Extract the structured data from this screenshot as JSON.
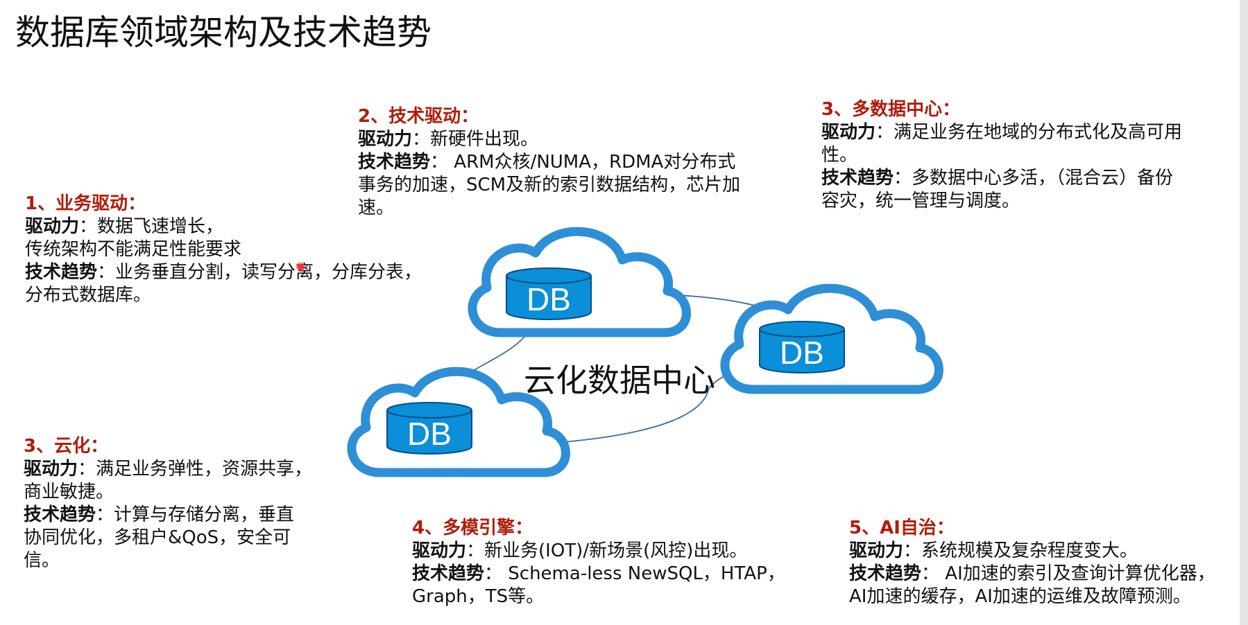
{
  "title": "数据库领域架构及技术趋势",
  "colors": {
    "heading": "#b01c0a",
    "cloud_stroke": "#2e8fd6",
    "db_fill": "#0a8fd8",
    "line": "#3a6fa8"
  },
  "blocks": {
    "business": {
      "heading": "1、业务驱动：",
      "driver_label": "驱动力",
      "driver_text": "：数据飞速增长，",
      "driver_text2": "传统架构不能满足性能要求",
      "trend_label": "技术趋势",
      "trend_text": "：业务垂直分割，读写分离，分库分表，",
      "trend_text2": "分布式数据库。"
    },
    "tech": {
      "heading": "2、技术驱动：",
      "driver_label": "驱动力",
      "driver_text": "：新硬件出现。",
      "trend_label": "技术趋势",
      "trend_text": "： ARM众核/NUMA，RDMA对分布式",
      "trend_text2": "事务的加速，SCM及新的索引数据结构，芯片加",
      "trend_text3": "速。"
    },
    "multidc": {
      "heading": "3、多数据中心：",
      "driver_label": "驱动力",
      "driver_text": "：满足业务在地域的分布式化及高可用",
      "driver_text2": "性。",
      "trend_label": "技术趋势",
      "trend_text": "：多数据中心多活，（混合云）备份",
      "trend_text2": "容灾，统一管理与调度。"
    },
    "cloud": {
      "heading": "3、云化：",
      "driver_label": "驱动力",
      "driver_text": "：满足业务弹性，资源共享，",
      "driver_text2": "商业敏捷。",
      "trend_label": "技术趋势",
      "trend_text": "：计算与存储分离，垂直",
      "trend_text2": "协同优化，多租户&QoS，安全可",
      "trend_text3": "信。"
    },
    "multimodel": {
      "heading": "4、多模引擎：",
      "driver_label": "驱动力",
      "driver_text": "：新业务(IOT)/新场景(风控)出现。",
      "trend_label": "技术趋势",
      "trend_text": "： Schema-less NewSQL，HTAP，",
      "trend_text2": "Graph，TS等。"
    },
    "ai": {
      "heading": "5、AI自治：",
      "driver_label": "驱动力",
      "driver_text": "：系统规模及复杂程度变大。",
      "trend_label": "技术趋势",
      "trend_text": "： AI加速的索引及查询计算优化器，",
      "trend_text2": "AI加速的缓存，AI加速的运维及故障预测。"
    }
  },
  "diagram": {
    "center_label": "云化数据中心",
    "db_label": "DB"
  }
}
